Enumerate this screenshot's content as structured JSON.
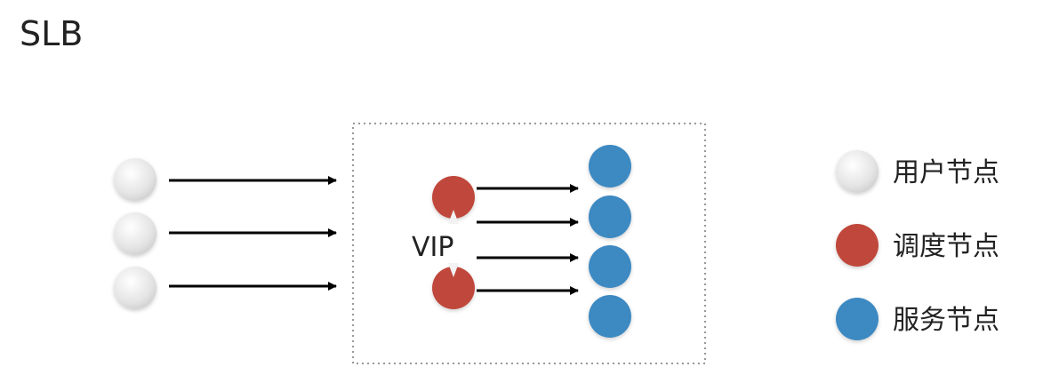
{
  "title": "SLB",
  "vip_label": "VIP",
  "colors": {
    "user_node": "#e6e6e6",
    "scheduler_node": "#c0473a",
    "service_node": "#3c89c2",
    "arrow": "#000000",
    "box_border": "#999999"
  },
  "legend": {
    "user": "用户节点",
    "scheduler": "调度节点",
    "service": "服务节点"
  }
}
